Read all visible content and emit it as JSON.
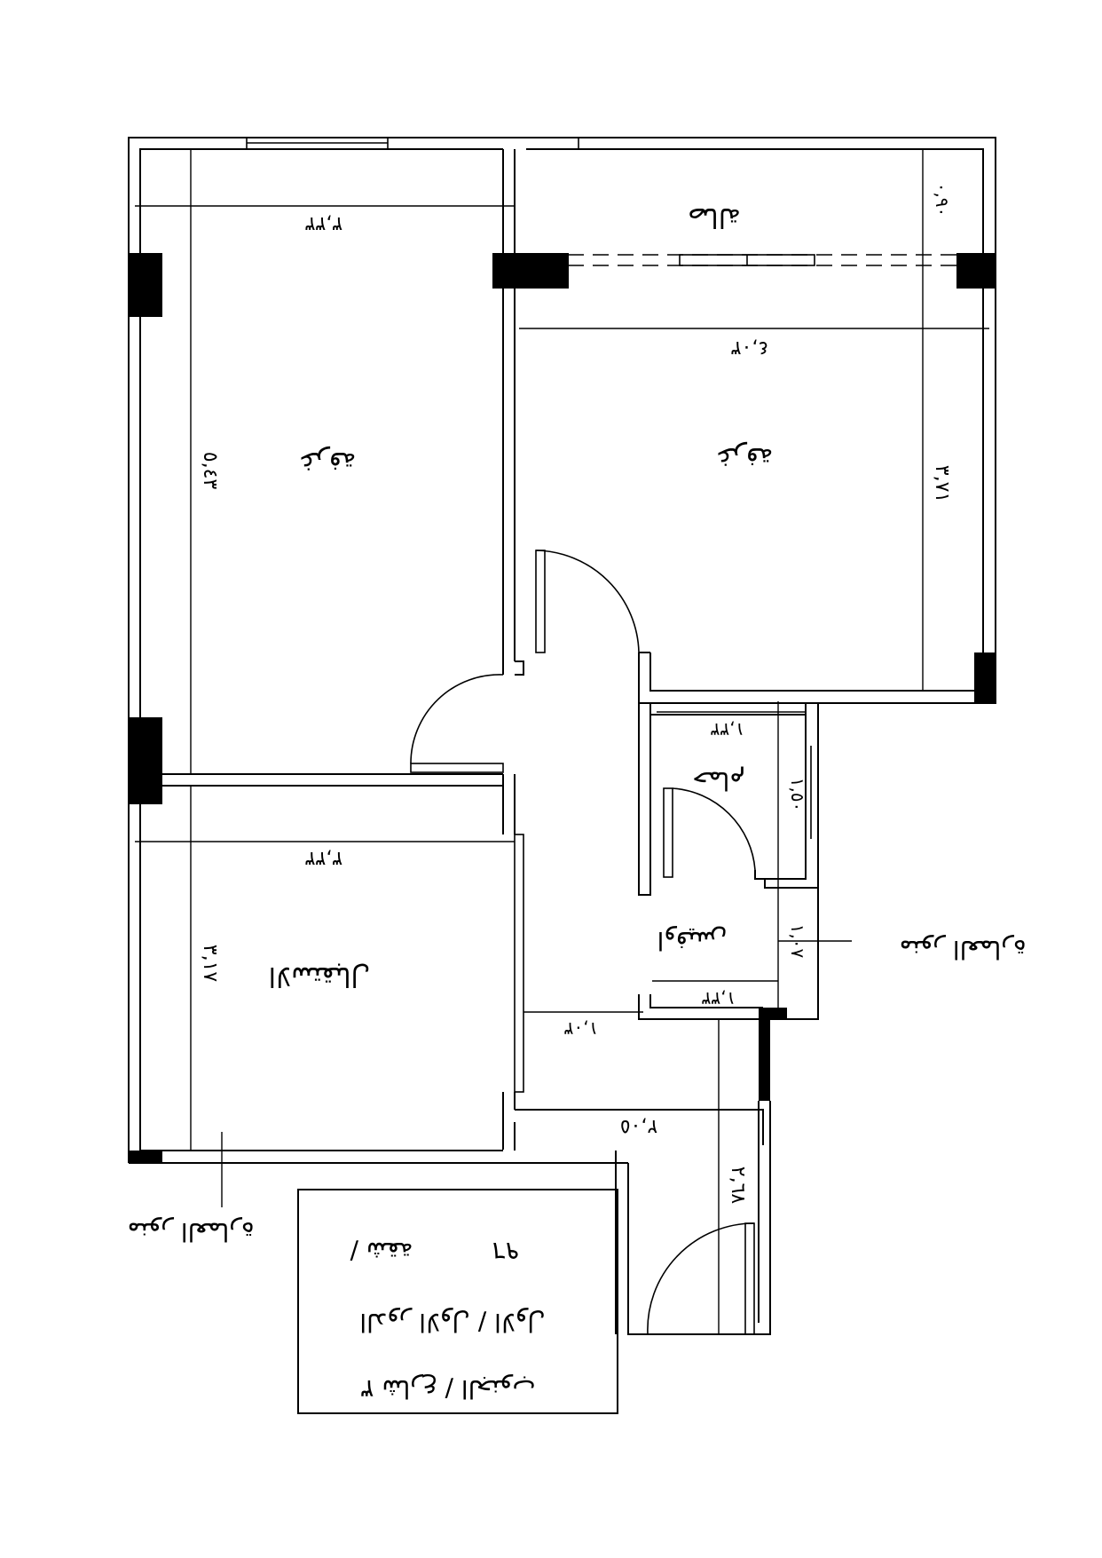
{
  "plan": {
    "rooms": [
      {
        "id": "hall",
        "label": "صالة"
      },
      {
        "id": "bedroom-left",
        "label": "غرفة"
      },
      {
        "id": "bedroom-right",
        "label": "غرفة"
      },
      {
        "id": "bathroom",
        "label": "حمام"
      },
      {
        "id": "office",
        "label": "اوفيس"
      },
      {
        "id": "reception",
        "label": "الاستقبال"
      }
    ],
    "dimensions": {
      "top_left_width": "٣,٣٣",
      "hall_depth": "٠,٩٠",
      "right_room_width": "٤,٠٣",
      "left_room_height": "٥,٤٣",
      "right_room_height": "٣,٧١",
      "bath_width": "١,٣٣",
      "bath_height": "١,٥٠",
      "reception_width": "٣,٣٣",
      "reception_height": "٣,١٧",
      "office_height": "١,٠٧",
      "office_width": "١,٣٣",
      "corridor_width": "١,٠٣",
      "entry_width": "٢,٠٥",
      "entry_depth": "٢,٦٨"
    },
    "annotations": {
      "light_well_right": "منور العمارة",
      "light_well_left": "منور العمارة"
    },
    "info_box": {
      "line1_left": "شقة /",
      "line1_right": "٩٦",
      "line2": "الدور الاول / الاول",
      "line3": "٣ شارع / الجنوب"
    }
  }
}
